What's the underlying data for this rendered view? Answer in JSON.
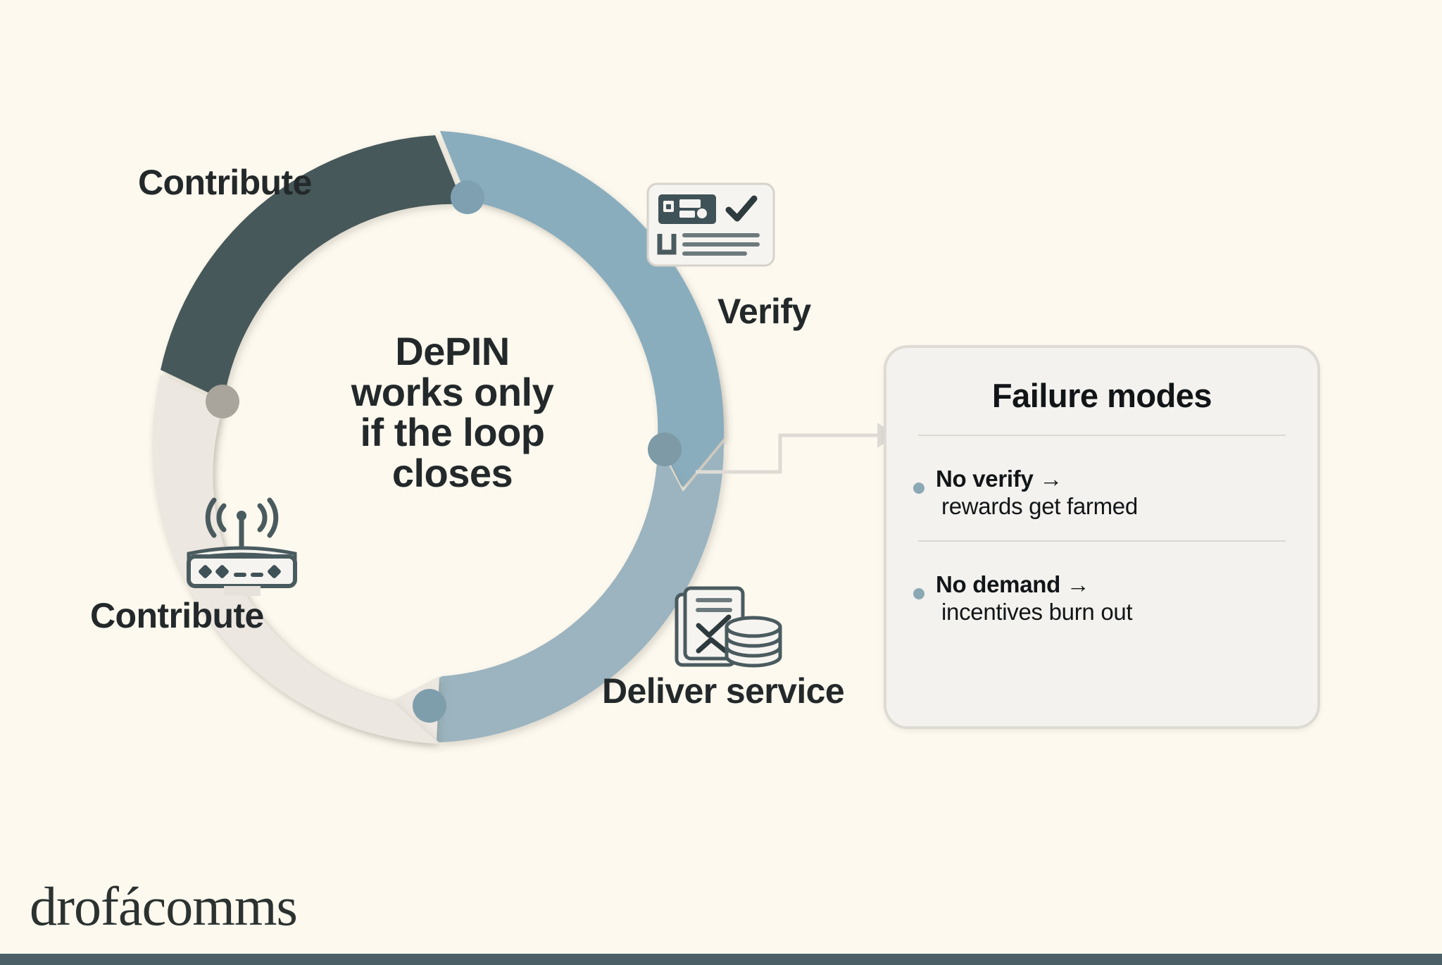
{
  "canvas": {
    "background_color": "#fdf9ef",
    "bottom_bar_color": "#4a5f66"
  },
  "center": {
    "text": "DePIN\nworks only\nif the loop\ncloses"
  },
  "cycle": {
    "title": "DePIN works only if the loop closes",
    "segments": [
      {
        "label": "Contribute",
        "color": "#46595a",
        "position": "top-left",
        "icon": "none"
      },
      {
        "label": "Verify",
        "color": "#8aadbd",
        "position": "top-right",
        "icon": "verify-card-icon"
      },
      {
        "label": "Deliver service",
        "color": "#9bb4bf",
        "position": "bottom-right",
        "icon": "document-check-coins-icon"
      },
      {
        "label": "Contribute",
        "color": "#ece7e0",
        "position": "bottom-left",
        "icon": "wifi-router-icon"
      }
    ]
  },
  "panel": {
    "title": "Failure modes",
    "bullet_color": "#8aa9b5",
    "items": [
      {
        "head": "No verify →",
        "sub": "rewards get farmed"
      },
      {
        "head": "No demand →",
        "sub": "incentives burn out"
      }
    ]
  },
  "brand": {
    "name": "drofácomms"
  }
}
